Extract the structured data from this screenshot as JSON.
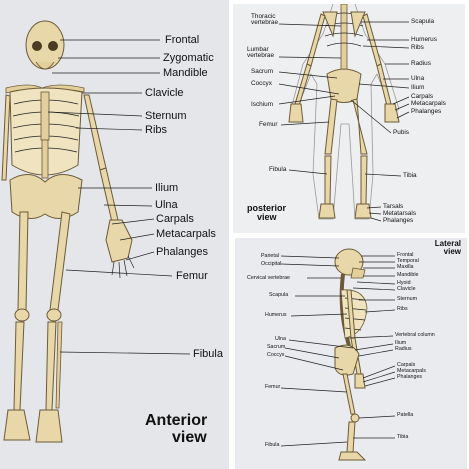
{
  "anterior": {
    "title_line1": "Anterior",
    "title_line2": "view",
    "labels": [
      "Frontal",
      "Zygomatic",
      "Mandible",
      "Clavicle",
      "Sternum",
      "Ribs",
      "Ilium",
      "Ulna",
      "Carpals",
      "Metacarpals",
      "Phalanges",
      "Femur",
      "Fibula"
    ]
  },
  "posterior": {
    "title_line1": "posterior",
    "title_line2": "view",
    "labels_left": [
      "Thoracic vertebrae",
      "Lumbar vertebrae",
      "Sacrum",
      "Coccyx",
      "Ischium",
      "Femur",
      "Fibula"
    ],
    "labels_right": [
      "Scapula",
      "Humerus",
      "Ribs",
      "Radius",
      "Ulna",
      "Ilium",
      "Carpals",
      "Metacarpals",
      "Phalanges",
      "Pubis",
      "Tibia",
      "Tarsals",
      "Metatarsals",
      "Phalanges"
    ]
  },
  "lateral": {
    "title_line1": "Lateral",
    "title_line2": "view",
    "labels_left": [
      "Parietal",
      "Occipital",
      "Cervical vertebrae",
      "Scapula",
      "Humerus",
      "Ulna",
      "Sacrum",
      "Coccyx",
      "Femur",
      "Fibula"
    ],
    "labels_right": [
      "Frontal",
      "Temporal",
      "Maxilla",
      "Mandible",
      "Hyoid",
      "Clavicle",
      "Sternum",
      "Ribs",
      "Vertebral column",
      "Ilium",
      "Radius",
      "Carpals",
      "Metacarpals",
      "Phalanges",
      "Patella",
      "Tibia"
    ]
  }
}
